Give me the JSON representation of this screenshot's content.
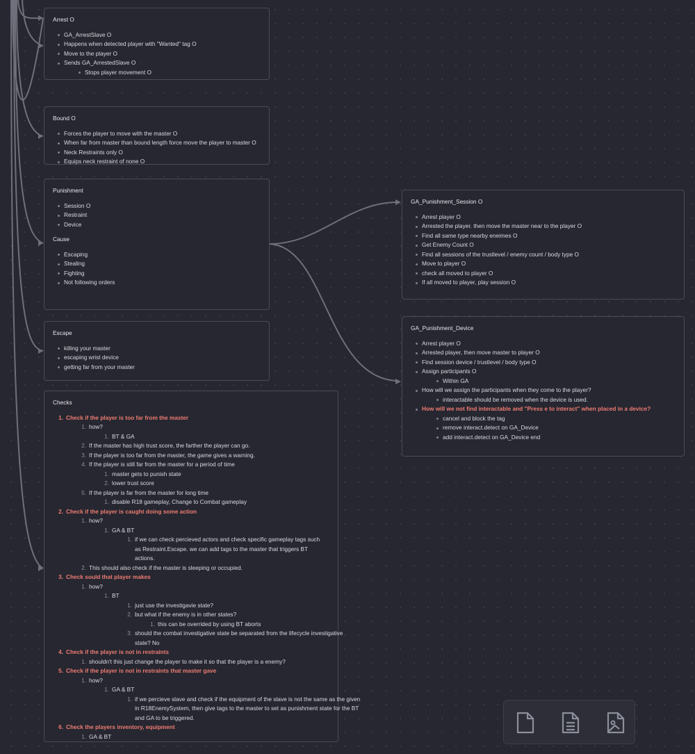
{
  "cards": {
    "arrest": {
      "title": "Arrest O",
      "items": [
        "GA_ArrestSlave O",
        "Happens when detected player with \"Wanted\" tag O",
        "Move to the player O",
        "Sends GA_ArrestedSlave O"
      ],
      "subitems": [
        "Stops player movement O"
      ]
    },
    "bound": {
      "title": "Bound O",
      "items": [
        "Forces the player to move with the master O",
        "When far from master than bound length force move the player to master O",
        "Neck Restraints only O",
        "Equips neck restraint of none O"
      ]
    },
    "punishment": {
      "title": "Punishment",
      "items": [
        "Session O",
        "Restraint",
        "Device"
      ],
      "cause_title": "Cause",
      "cause_items": [
        "Escaping",
        "Stealing",
        "Fighting",
        "Not following orders"
      ]
    },
    "escape": {
      "title": "Escape",
      "items": [
        "killing your master",
        "escaping wrist device",
        "getting far from your master"
      ]
    },
    "session": {
      "title": "GA_Punishment_Session O",
      "items": [
        "Arrest player O",
        "Arrested the player. then move the master near to the player O",
        "Find all same type nearby eneimes O",
        "Get Enemy Count O",
        "Find all sessions of the trustlevel / enemy count / body type O",
        "Move to player O",
        "check all moved to player O",
        "If all moved to player, play session O"
      ]
    },
    "device": {
      "title": "GA_Punishment_Device",
      "items": [
        "Arrest player O",
        "Arrested player, then move master to player O",
        "Find session device / trustlevel / body type O",
        "Assign participants O"
      ],
      "assign_sub": "Within GA",
      "q1": "How will we assign the participants when they come to the player?",
      "q1_sub": "interactable should be removed when the device is used.",
      "q2": "How will we not find interactable and \"Press e to interact\" when placed in a device?",
      "q2_subs": [
        "cancel and block the tag",
        "remove interact.detect on GA_Device",
        "add interact.detect on GA_Device end"
      ]
    },
    "checks": {
      "title": "Checks",
      "c1": {
        "n": "1.",
        "text": "Check if the player is too far from the master",
        "how": "how?",
        "how_sub": "BT & GA",
        "n2": "2.",
        "item2": "If the master has high trust score, the farther the player can go.",
        "n3": "3.",
        "item3": "If the player is too far from the master, the game gives a warning.",
        "n4": "4.",
        "item4": "If the player is still far from the master for a period of time",
        "item4_subs": [
          "master gets to punish state",
          "lower trust score"
        ],
        "n5": "5.",
        "item5": "If the player is far from the master for long time",
        "item5_sub": "disable R18 gameplay, Change to Combat gameplay"
      },
      "c2": {
        "n": "2.",
        "text": "Check if the player is caught doing some action",
        "how": "how?",
        "ga_bt": "GA & BT",
        "detail": "if we can check percieved actors and check specific gameplay tags such as Restraint.Escape. we can add tags to the master that triggers BT actions.",
        "item2": "This should also check if the master is sleeping or occupied."
      },
      "c3": {
        "n": "3.",
        "text": "Check sould that player makes",
        "how": "how?",
        "bt": "BT",
        "subs": [
          "just use the investigavie state?",
          "but what if the enemy is in other states?"
        ],
        "subsub": "this can be overrided by using BT aborts",
        "sub3": "should the combat investigative state be separated from the lifecycle investigative state? No"
      },
      "c4": {
        "n": "4.",
        "text": "Check if the player is not in restraints",
        "sub": "shouldn't this just change the player to make it so that the player is a enemy?"
      },
      "c5": {
        "n": "5.",
        "text": "Check if the player is not in restraints that master gave",
        "how": "how?",
        "ga_bt": "GA & BT",
        "detail": "if we percieve slave and check if the equipment of the slave is not the same as the given in R18EnemySystem, then give tags to the master to set as punishment state for the BT and GA to be triggered."
      },
      "c6": {
        "n": "6.",
        "text": "Check the players inventory, equipment",
        "sub": "GA & BT"
      }
    }
  },
  "toolbar": {
    "icons": [
      "note-icon",
      "document-icon",
      "image-file-icon"
    ]
  },
  "colors": {
    "background": "#262730",
    "border": "#4a4b56",
    "accent_red": "#ef7c73",
    "edge": "#6f707b"
  }
}
